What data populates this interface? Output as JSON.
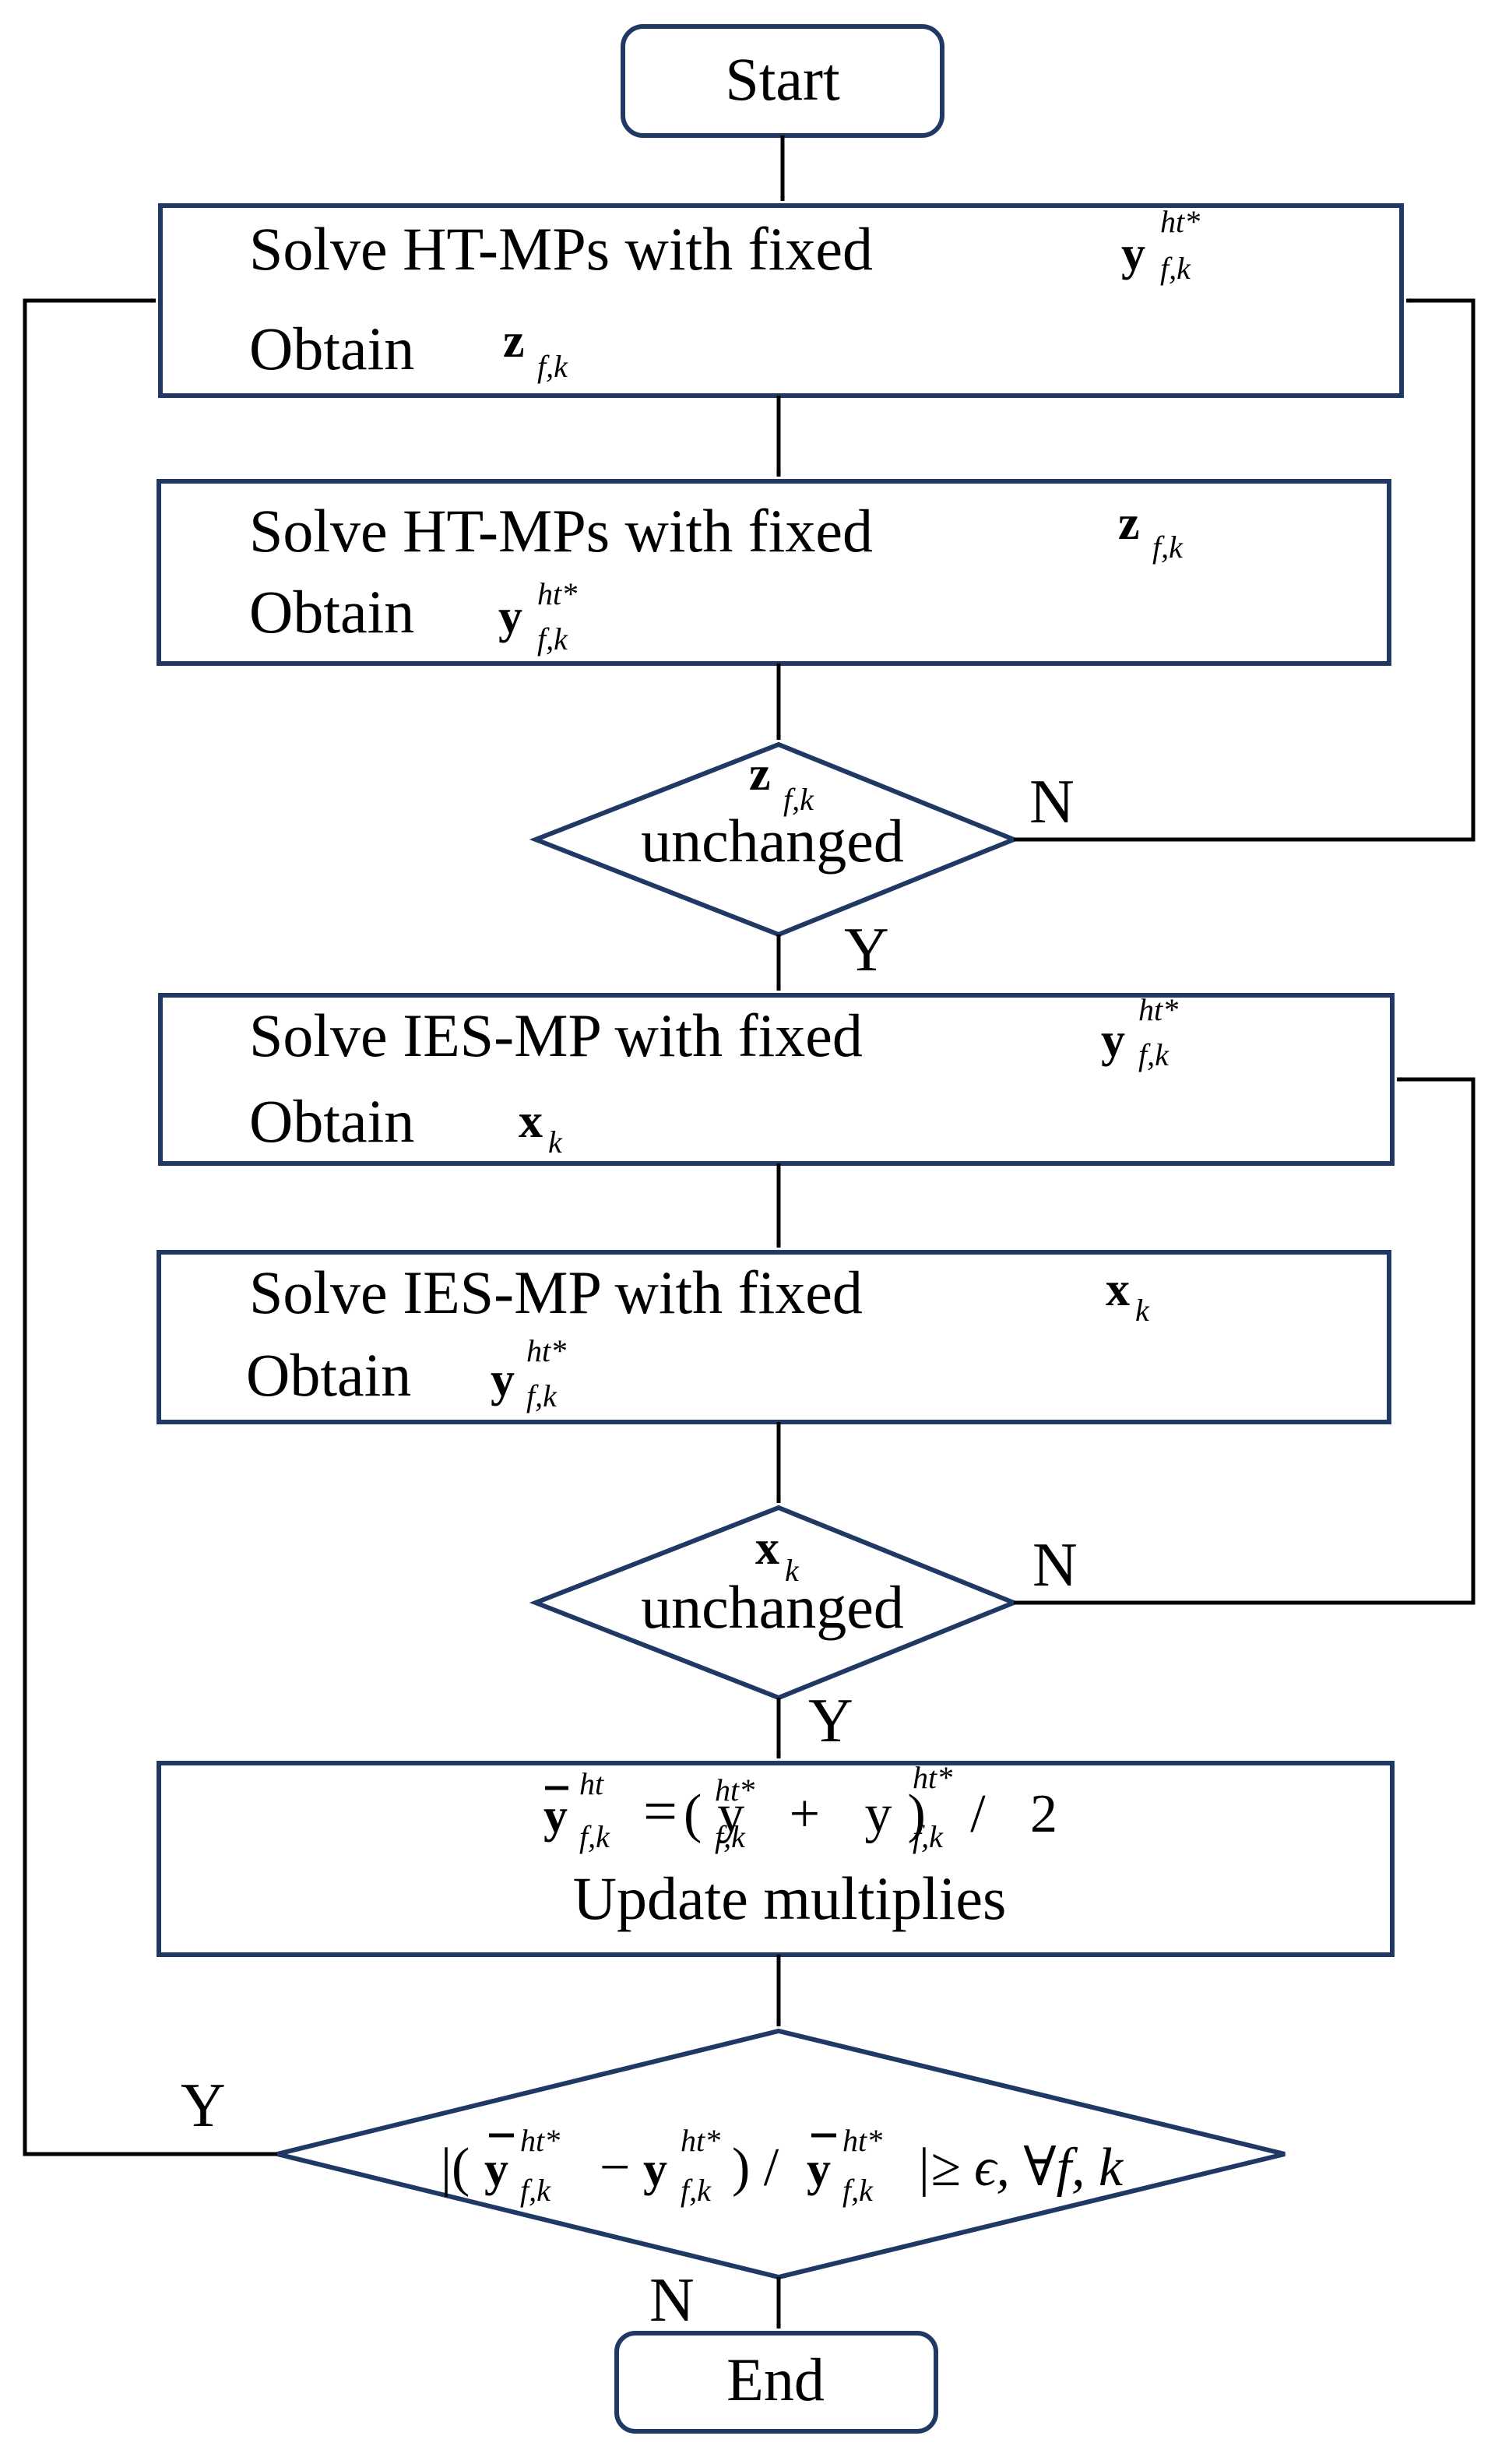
{
  "start_label": "Start",
  "end_label": "End",
  "steps": {
    "ht_solve_1": {
      "line1": "Solve HT-MPs with fixed",
      "line2": "Obtain"
    },
    "ht_solve_2": {
      "line1": "Solve HT-MPs with fixed",
      "line2": "Obtain"
    },
    "ht_check": {
      "label": "unchanged",
      "yes": "Y",
      "no": "N"
    },
    "ies_solve_1": {
      "line1": "Solve IES-MP with fixed",
      "line2": "Obtain"
    },
    "ies_solve_2": {
      "line1": "Solve IES-MP with fixed",
      "line2": "Obtain"
    },
    "ies_check": {
      "label": "unchanged",
      "yes": "Y",
      "no": "N"
    },
    "update": {
      "formula": "(y + y) / 2",
      "label": "Update multiplies"
    },
    "converge_check": {
      "yes": "Y",
      "no": "N",
      "condition_tail": "|≥ ϵ, ∀f, k"
    }
  },
  "symbols": {
    "y": "y",
    "z": "z",
    "x": "x",
    "sup_ht_star": "ht*",
    "sup_ht": "ht",
    "sub_fk": "f,k",
    "sub_k": "k"
  },
  "colors": {
    "box_border": "#1f3864",
    "connector": "#000000",
    "text": "#000000"
  }
}
